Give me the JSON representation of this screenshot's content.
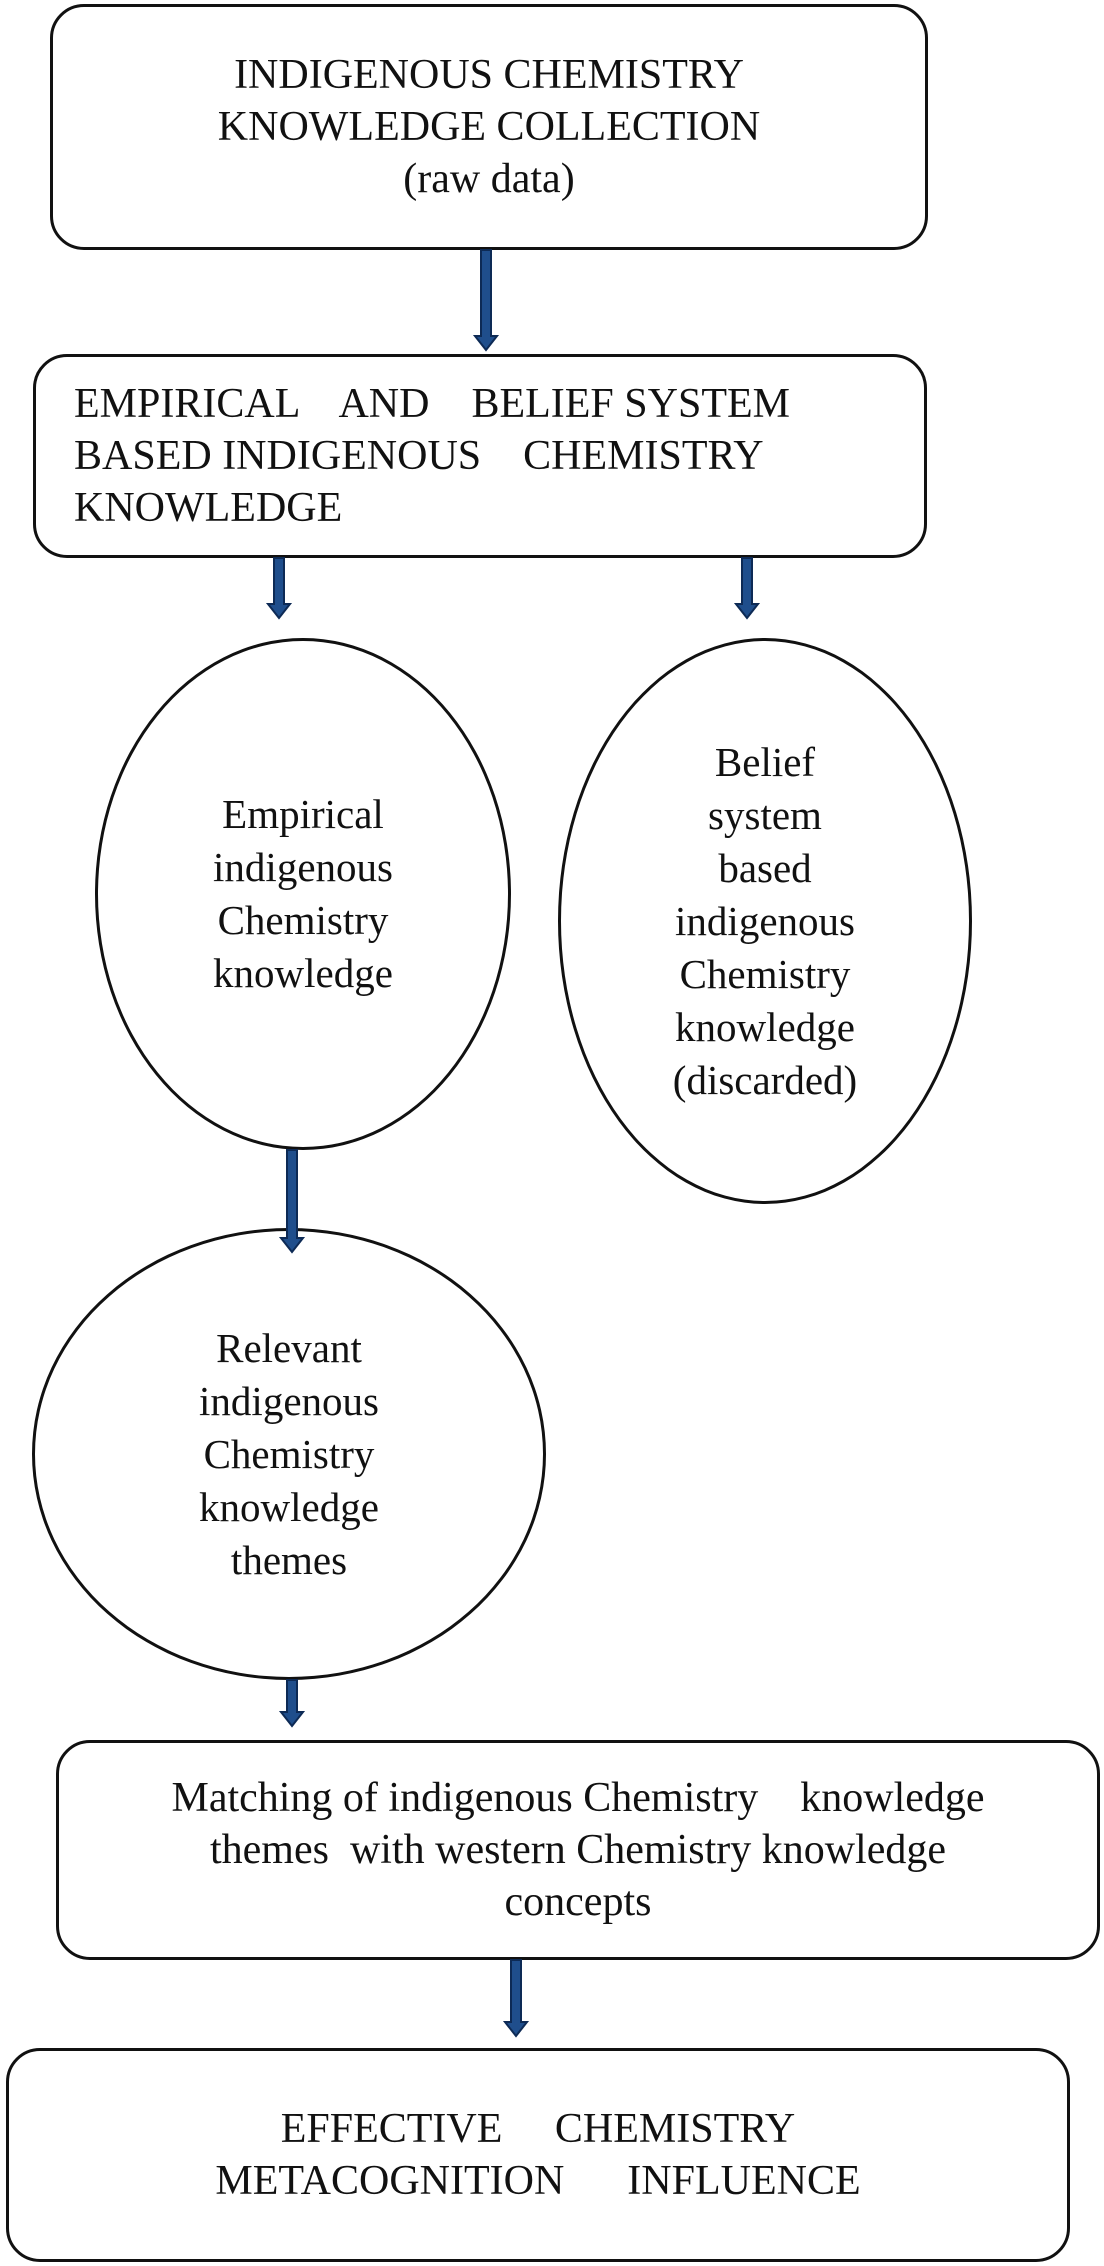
{
  "nodes": {
    "collection": {
      "lines": [
        "INDIGENOUS CHEMISTRY",
        "KNOWLEDGE COLLECTION",
        "(raw data)"
      ]
    },
    "empirical_belief": {
      "lines": [
        "EMPIRICAL    AND    BELIEF SYSTEM",
        "BASED INDIGENOUS    CHEMISTRY",
        "KNOWLEDGE"
      ]
    },
    "empirical": {
      "lines": [
        "Empirical",
        "indigenous",
        "Chemistry",
        "knowledge"
      ]
    },
    "belief": {
      "lines": [
        "Belief",
        "system",
        "based",
        "indigenous",
        "Chemistry",
        "knowledge",
        "(discarded)"
      ]
    },
    "relevant": {
      "lines": [
        "Relevant",
        "indigenous",
        "Chemistry",
        "knowledge",
        "themes"
      ]
    },
    "matching": {
      "lines": [
        "Matching of indigenous Chemistry    knowledge",
        "themes  with western Chemistry knowledge",
        "concepts"
      ]
    },
    "effective": {
      "lines": [
        "EFFECTIVE     CHEMISTRY",
        "METACOGNITION      INFLUENCE"
      ]
    }
  },
  "colors": {
    "arrow_fill": "#1f4e8c",
    "arrow_stroke": "#0d2a55",
    "border": "#111111"
  }
}
